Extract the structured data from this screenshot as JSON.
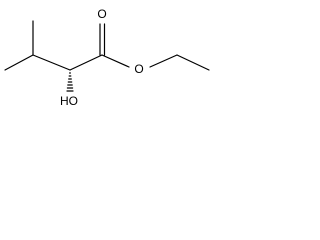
{
  "molecule": {
    "atoms": {
      "ester_oxygen": "O",
      "carbonyl_oxygen": "O",
      "hydroxyl": "HO"
    }
  }
}
